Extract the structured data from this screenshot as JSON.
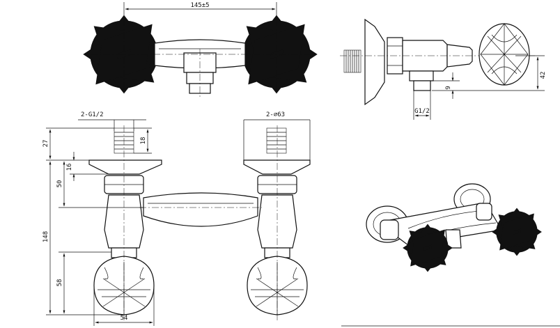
{
  "drawing": {
    "top_view": {
      "width_dim": "145±5"
    },
    "side_view": {
      "height_dim": "42",
      "gap_dim": "9",
      "thread_label": "G1/2"
    },
    "front_view": {
      "inlet_thread": "2-G1/2",
      "flange_dia": "2-∅63",
      "dim_27": "27",
      "dim_18": "18",
      "dim_16": "16",
      "dim_50": "50",
      "dim_148": "148",
      "dim_58": "58",
      "dim_54": "54"
    }
  }
}
